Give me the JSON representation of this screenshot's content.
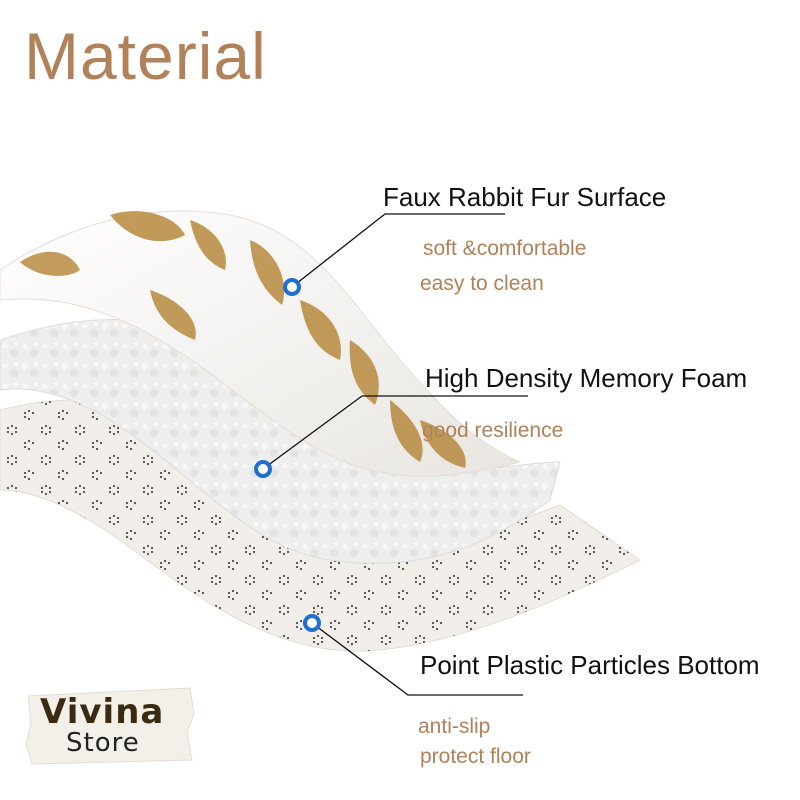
{
  "title": "Material",
  "layers": [
    {
      "label": "Faux Rabbit Fur Surface",
      "lines": [
        "soft &comfortable",
        "easy to clean"
      ]
    },
    {
      "label": "High Density Memory Foam",
      "lines": [
        "good resilience"
      ]
    },
    {
      "label": "Point Plastic Particles Bottom",
      "lines": [
        "anti-slip",
        "protect floor"
      ]
    }
  ],
  "logo": {
    "brand": "Vivina",
    "sub": "Store"
  },
  "colors": {
    "accent": "#b1825a",
    "marker": "#1f6fd1",
    "gold": "#b8893e"
  }
}
